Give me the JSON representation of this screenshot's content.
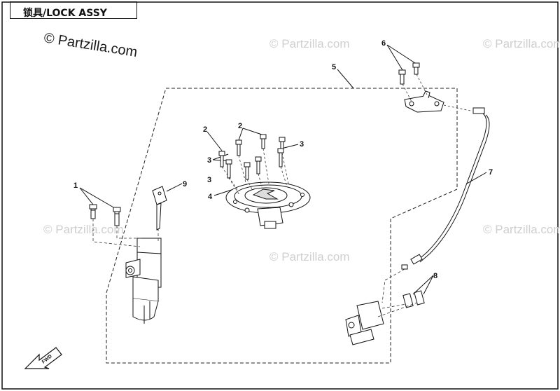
{
  "title": "锁具/LOCK ASSY",
  "watermarks": {
    "main": "© Partzilla.com",
    "faint": "© Partzilla.com"
  },
  "callouts": {
    "c1": "1",
    "c2a": "2",
    "c2b": "2",
    "c3a": "3",
    "c3b": "3",
    "c3c": "3",
    "c4": "4",
    "c5": "5",
    "c6": "6",
    "c7": "7",
    "c8": "8",
    "c9": "9"
  },
  "fwd_label": "FWD",
  "colors": {
    "line": "#111111",
    "watermark_main": "#1a1a1a",
    "watermark_faint": "#d0d0d0"
  }
}
